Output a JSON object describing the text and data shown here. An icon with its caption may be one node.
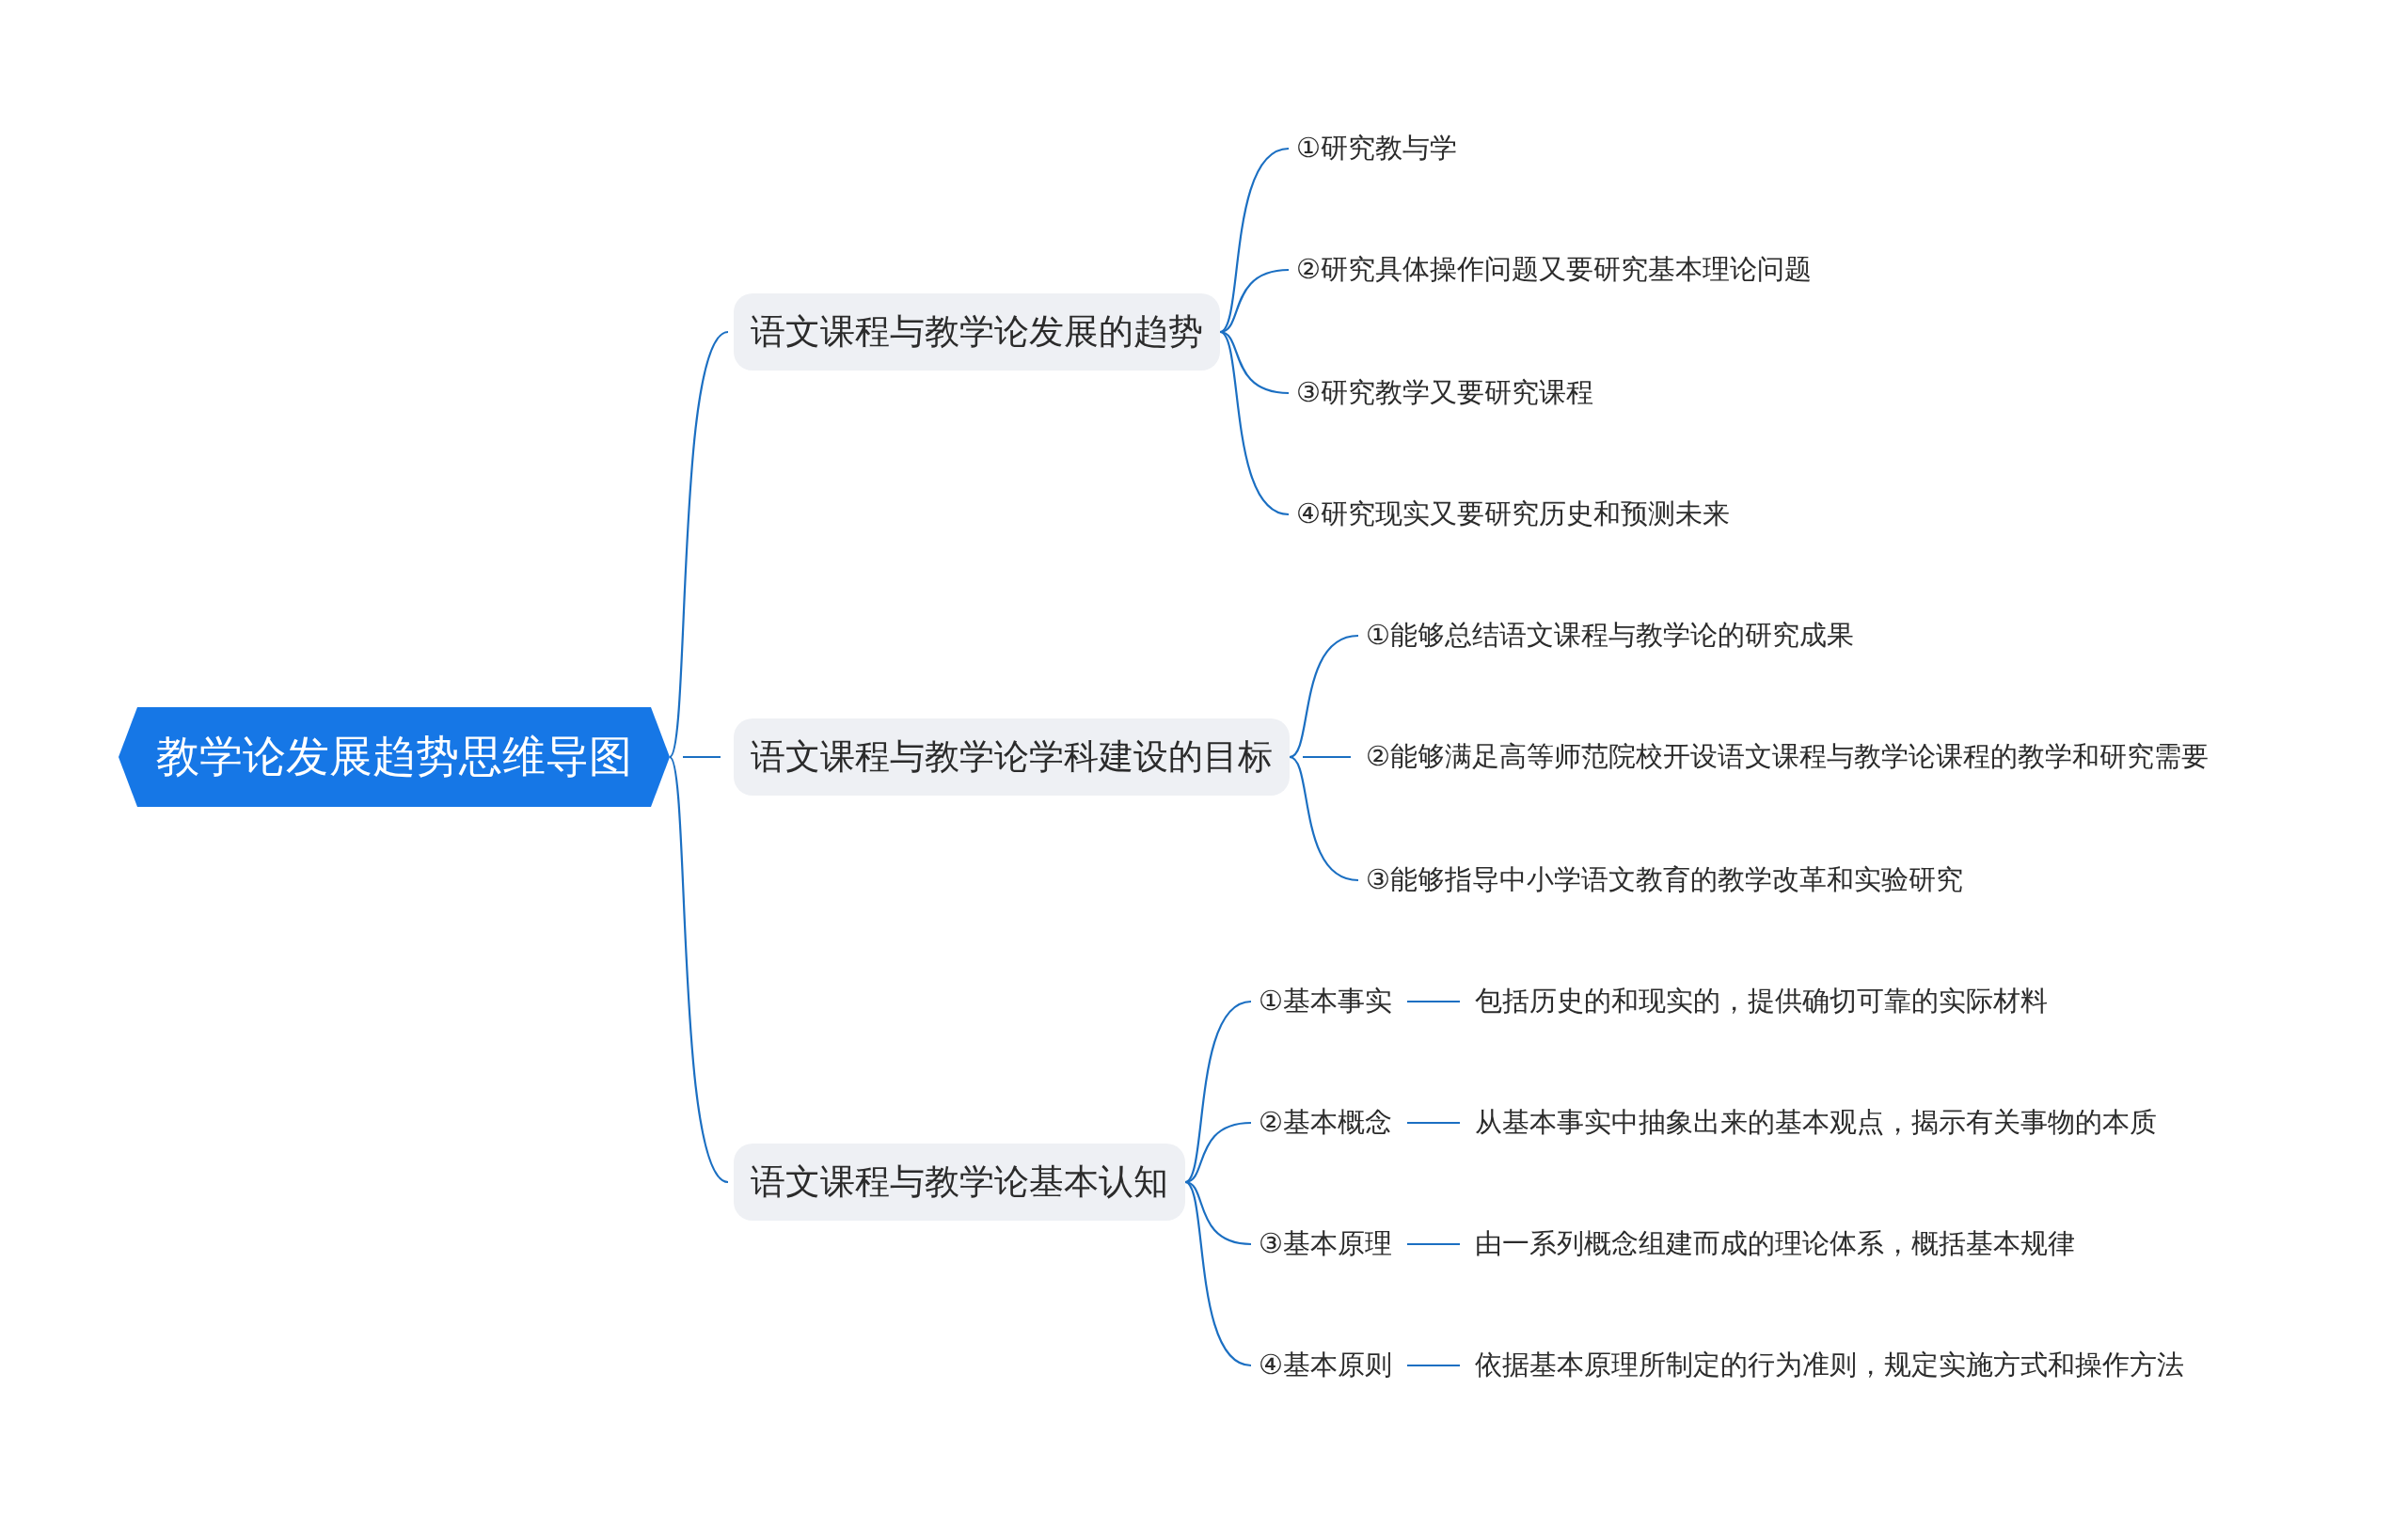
{
  "diagram": {
    "nodes": [
      {
        "text": [
          "教学论发展趋势思维导图"
        ]
      },
      {
        "text": [
          "语文课程与教学论发展的趋势"
        ]
      },
      {
        "text": [
          "①研究教与学"
        ]
      },
      {
        "text": [
          "②研究具体操作问题又要研究基本理论问题"
        ]
      },
      {
        "text": [
          "③研究教学又要研究课程"
        ]
      },
      {
        "text": [
          "④研究现实又要研究历史和预测未来"
        ]
      },
      {
        "text": [
          "语文课程与教学论学科建设的目标"
        ]
      },
      {
        "text": [
          "①能够总结语文课程与教学论的研究成果"
        ]
      },
      {
        "text": [
          "②能够满足高等师范院校开设语文课程与教学论课程的教学和研究需要"
        ]
      },
      {
        "text": [
          "③能够指导中小学语文教育的教学改革和实验研究"
        ]
      },
      {
        "text": [
          "语文课程与教学论基本认知"
        ]
      },
      {
        "text": [
          "①基本事实"
        ]
      },
      {
        "text": [
          "包括历史的和现实的，提供确切可靠的实际材料"
        ]
      },
      {
        "text": [
          "②基本概念"
        ]
      },
      {
        "text": [
          "从基本事实中抽象出来的基本观点，揭示有关事物的本质"
        ]
      },
      {
        "text": [
          "③基本原理"
        ]
      },
      {
        "text": [
          "由一系列概念组建而成的理论体系，概括基本规律"
        ]
      },
      {
        "text": [
          "④基本原则"
        ]
      },
      {
        "text": [
          "依据基本原理所制定的行为准则，规定实施方式和操作方法"
        ]
      }
    ],
    "edges": [
      {
        "from": 0,
        "to": 1,
        "arrow": "none"
      },
      {
        "from": 0,
        "to": 6,
        "arrow": "none"
      },
      {
        "from": 0,
        "to": 10,
        "arrow": "none"
      },
      {
        "from": 1,
        "to": 2,
        "arrow": "none"
      },
      {
        "from": 1,
        "to": 3,
        "arrow": "none"
      },
      {
        "from": 1,
        "to": 4,
        "arrow": "none"
      },
      {
        "from": 1,
        "to": 5,
        "arrow": "none"
      },
      {
        "from": 6,
        "to": 7,
        "arrow": "none"
      },
      {
        "from": 6,
        "to": 8,
        "arrow": "none"
      },
      {
        "from": 6,
        "to": 9,
        "arrow": "none"
      },
      {
        "from": 10,
        "to": 11,
        "arrow": "none"
      },
      {
        "from": 10,
        "to": 13,
        "arrow": "none"
      },
      {
        "from": 10,
        "to": 15,
        "arrow": "none"
      },
      {
        "from": 10,
        "to": 17,
        "arrow": "none"
      },
      {
        "from": 11,
        "to": 12,
        "arrow": "none"
      },
      {
        "from": 13,
        "to": 14,
        "arrow": "none"
      },
      {
        "from": 15,
        "to": 16,
        "arrow": "none"
      },
      {
        "from": 17,
        "to": 18,
        "arrow": "none"
      }
    ]
  }
}
